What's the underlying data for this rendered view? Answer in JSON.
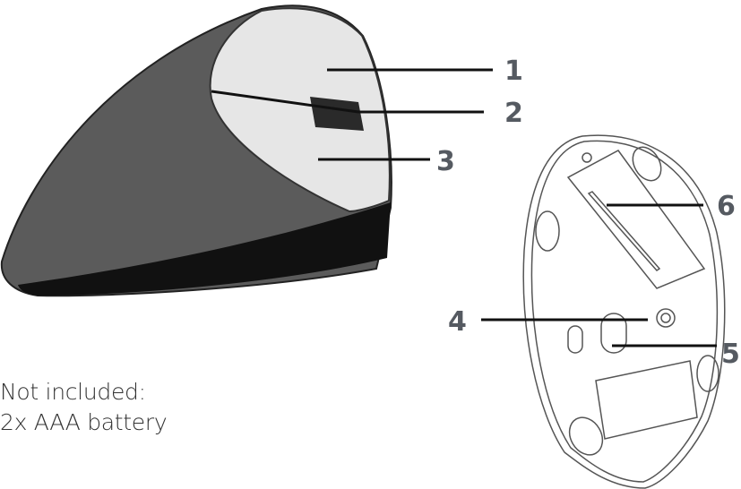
{
  "labels": {
    "l1": "1",
    "l2": "2",
    "l3": "3",
    "l4": "4",
    "l5": "5",
    "l6": "6"
  },
  "note": {
    "line1": "Not included:",
    "line2": "2x AAA battery"
  },
  "colors": {
    "label": "#555a61",
    "body": "#5b5b5b",
    "button_area": "#e6e6e6",
    "base": "#111111",
    "outline": "#777777"
  }
}
